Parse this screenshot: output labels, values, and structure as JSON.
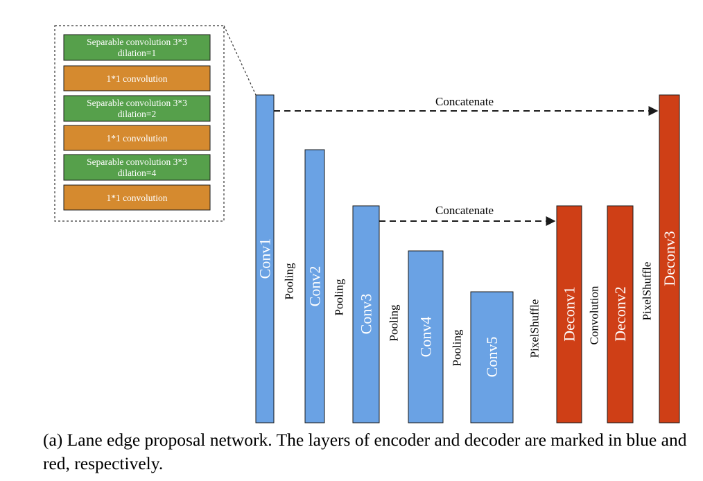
{
  "colors": {
    "encoder": "#6aa2e4",
    "decoder": "#cf3f16",
    "sep_conv": "#56a04b",
    "pw_conv": "#d58a2f",
    "stroke": "#1a1a1a"
  },
  "inset": {
    "blocks": [
      {
        "line1": "Separable convolution 3*3",
        "line2": "dilation=1",
        "kind": "sep"
      },
      {
        "line1": "1*1 convolution",
        "line2": "",
        "kind": "pw"
      },
      {
        "line1": "Separable convolution 3*3",
        "line2": "dilation=2",
        "kind": "sep"
      },
      {
        "line1": "1*1 convolution",
        "line2": "",
        "kind": "pw"
      },
      {
        "line1": "Separable convolution 3*3",
        "line2": "dilation=4",
        "kind": "sep"
      },
      {
        "line1": "1*1 convolution",
        "line2": "",
        "kind": "pw"
      }
    ]
  },
  "layers": [
    {
      "label": "Conv1",
      "group": "encoder"
    },
    {
      "label": "Conv2",
      "group": "encoder"
    },
    {
      "label": "Conv3",
      "group": "encoder"
    },
    {
      "label": "Conv4",
      "group": "encoder"
    },
    {
      "label": "Conv5",
      "group": "encoder"
    },
    {
      "label": "Deconv1",
      "group": "decoder"
    },
    {
      "label": "Deconv2",
      "group": "decoder"
    },
    {
      "label": "Deconv3",
      "group": "decoder"
    }
  ],
  "operations": [
    "Pooling",
    "Pooling",
    "Pooling",
    "Pooling",
    "PixelShuffle",
    "Convolution",
    "PixelShuffle"
  ],
  "skip_connections": [
    {
      "label": "Concatenate",
      "from": "Conv1",
      "to": "Deconv3"
    },
    {
      "label": "Concatenate",
      "from": "Conv3",
      "to": "Deconv1"
    }
  ],
  "caption": "(a) Lane edge proposal network. The layers of encoder and decoder are marked in blue and red, respectively."
}
